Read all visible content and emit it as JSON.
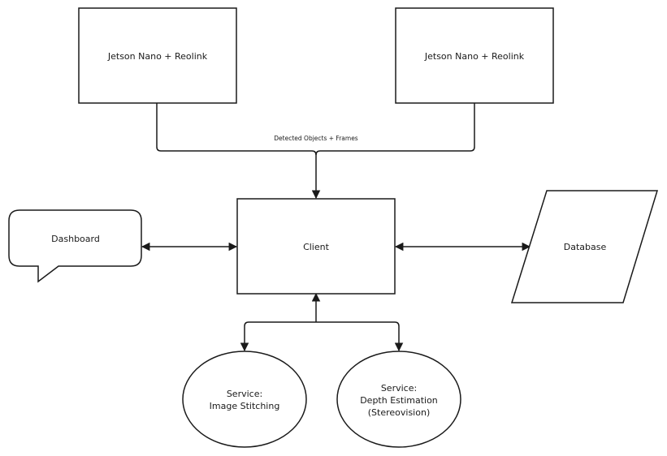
{
  "nodes": {
    "jetson_left": {
      "label": "Jetson Nano + Reolink",
      "shape": "rectangle"
    },
    "jetson_right": {
      "label": "Jetson Nano + Reolink",
      "shape": "rectangle"
    },
    "client": {
      "label": "Client",
      "shape": "rectangle"
    },
    "dashboard": {
      "label": "Dashboard",
      "shape": "speech-bubble"
    },
    "database": {
      "label": "Database",
      "shape": "parallelogram"
    },
    "stitching": {
      "label_line1": "Service:",
      "label_line2": "Image Stitching",
      "shape": "ellipse"
    },
    "depth": {
      "label_line1": "Service:",
      "label_line2": "Depth Estimation",
      "label_line3": "(Stereovision)",
      "shape": "ellipse"
    }
  },
  "edges": {
    "jetsons_to_client": {
      "label": "Detected Objects + Frames",
      "direction": "to-client"
    },
    "dashboard_client": {
      "direction": "bidirectional"
    },
    "client_database": {
      "direction": "bidirectional"
    },
    "client_services": {
      "direction": "bidirectional"
    }
  },
  "colors": {
    "stroke": "#1a1a1a",
    "background": "#ffffff"
  }
}
